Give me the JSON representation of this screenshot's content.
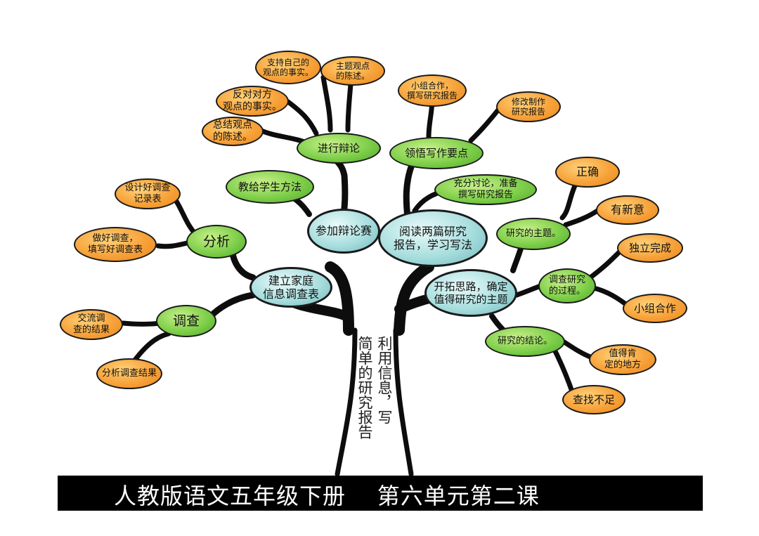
{
  "banner": {
    "title": "人教版语文五年级下册    第六单元第二课"
  },
  "trunk": {
    "left_text": "简单的研究报告",
    "right_text": "利用信息，写"
  },
  "nodes": {
    "debate_support": "支持自己的\n观点的事实。",
    "debate_theme": "主题观点\n的陈述。",
    "debate_oppose": "反对对方\n观点的事实。",
    "debate_summary": "总结观点\n的陈述。",
    "debate": "进行辩论",
    "teach_method": "教给学生方法",
    "join_debate": "参加辩论赛",
    "design_form": "设计好调查\n记录表",
    "analyze": "分析",
    "do_survey": "做好调查，\n填写好调查表",
    "family_form": "建立家庭\n信息调查表",
    "exchange_results": "交流调\n查的结果",
    "survey": "调查",
    "analyze_results": "分析调查结果",
    "group_write": "小组合作，\n撰写研究报告",
    "revise_report": "修改制作\n研究报告",
    "grasp_points": "领悟写作要点",
    "discuss_prepare": "充分讨论，准备\n撰写研究报告",
    "read_two": "阅读两篇研究\n报告，学习写法",
    "correct": "正确",
    "novel": "有新意",
    "research_topic": "研究的主题。",
    "independent": "独立完成",
    "research_process": "调查研究\n的过程。",
    "group_work": "小组合作",
    "broaden": "开拓思路，确定\n值得研究的主题",
    "conclusion": "研究的结论。",
    "worth_praise": "值得肯\n定的地方",
    "find_shortcomings": "查找不足"
  }
}
